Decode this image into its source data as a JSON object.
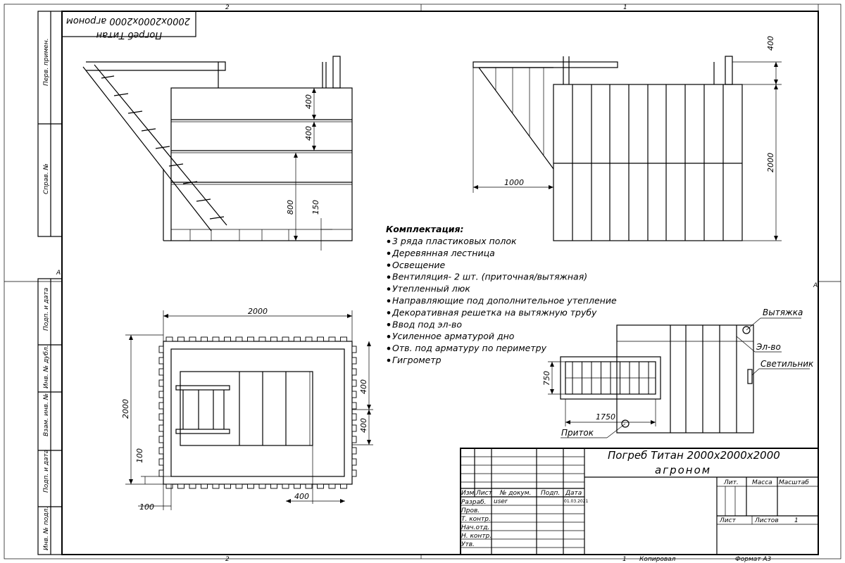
{
  "frame": {
    "top_zone_left": "2",
    "top_zone_right": "1",
    "bottom_zone_left": "2",
    "bottom_zone_right": "1",
    "side_left": "A",
    "side_right": "A"
  },
  "side_stamp": {
    "perv_primen": "Перв. примен.",
    "sprav_no": "Справ. №",
    "podp_data_1": "Подп. и дата",
    "inv_dubl": "Инв. № дубл.",
    "vzam_inv": "Взам. инв. №",
    "podp_data_2": "Подп. и дата",
    "inv_podl": "Инв. № подл."
  },
  "rotated_title": {
    "line1": "Погреб Титан",
    "line2": "2000x2000x2000 агроном"
  },
  "dims": {
    "d400a": "400",
    "d400b": "400",
    "d800": "800",
    "d150": "150",
    "top_400": "400",
    "top_2000": "2000",
    "top_1000": "1000",
    "plan_2000_w": "2000",
    "plan_2000_h": "2000",
    "plan_400_a": "400",
    "plan_400_b": "400",
    "plan_100_a": "100",
    "plan_100_b": "100",
    "plan_400_bottom": "400",
    "schem_750": "750",
    "schem_1750": "1750"
  },
  "callouts": {
    "vytyazhka": "Вытяжка",
    "el_vo": "Эл-во",
    "svetilnik": "Светильник",
    "pritok": "Приток"
  },
  "spec": {
    "header": "Комплектация:",
    "items": [
      "3 ряда пластиковых полок",
      "Деревянная лестница",
      "Освещение",
      "Вентиляция- 2 шт. (приточная/вытяжная)",
      "Утепленный люк",
      "Направляющие под дополнительное утепление",
      "Декоративная решетка на вытяжную трубу",
      "Ввод под эл-во",
      "Усиленное арматурой дно",
      "Отв. под арматуру по периметру",
      "Гигрометр"
    ]
  },
  "title_block": {
    "title_line1": "Погреб Титан 2000x2000x2000",
    "title_line2": "агроном",
    "col_izm": "Изм.",
    "col_list": "Лист",
    "col_docum": "№ докум.",
    "col_podp": "Подп.",
    "col_data": "Дата",
    "row_razrab": "Разраб.",
    "razrab_name": "user",
    "razrab_date": "01.03.2021",
    "row_prov": "Пров.",
    "row_tkontr": "Т. контр.",
    "row_nachotd": "Нач.отд.",
    "row_nkontr": "Н. контр.",
    "row_utv": "Утв.",
    "lit": "Лит.",
    "massa": "Масса",
    "masshtab": "Масштаб",
    "list_label": "Лист",
    "listov_label": "Листов",
    "listov_value": "1",
    "kopiroval": "Копировал",
    "format": "Формат А3",
    "bottom_one": "1"
  }
}
